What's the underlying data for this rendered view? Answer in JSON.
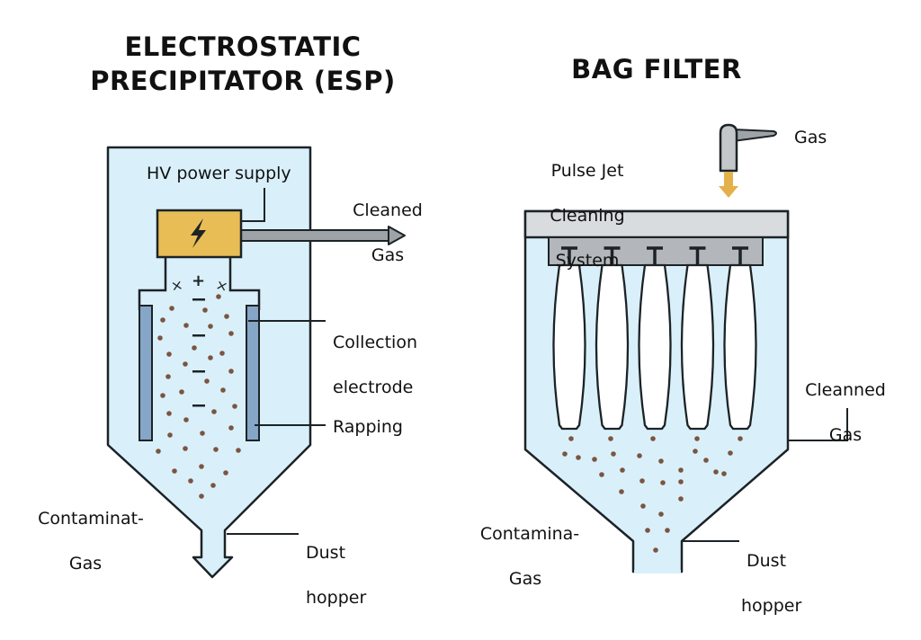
{
  "esp": {
    "title_line1": "ELECTROSTATIC",
    "title_line2": "PRECIPITATOR (ESP)",
    "labels": {
      "hv_power_supply": "HV power supply",
      "cleaned_gas_1": "Cleaned",
      "cleaned_gas_2": "Gas",
      "collection_electrode_1": "Collection",
      "collection_electrode_2": "electrode",
      "rapping": "Rapping",
      "contaminated_gas_1": "Contaminat-",
      "contaminated_gas_2": "Gas",
      "dust_hopper_1": "Dust",
      "dust_hopper_2": "hopper"
    },
    "charges": {
      "plus": "+",
      "cross": "×",
      "minus": "−"
    }
  },
  "bag_filter": {
    "title": "BAG FILTER",
    "labels": {
      "pulse_jet_1": "Pulse Jet",
      "pulse_jet_2": "Cleaning",
      "pulse_jet_3": "System",
      "gas": "Gas",
      "cleaned_gas_1": "Cleanned",
      "cleaned_gas_2": "Gas",
      "contaminated_gas_1": "Contamina-",
      "contaminated_gas_2": "Gas",
      "dust_hopper_1": "Dust",
      "dust_hopper_2": "hopper"
    },
    "bag_count": 5
  },
  "colors": {
    "vessel_fill": "#d9f0fb",
    "outline": "#1c2326",
    "power_supply": "#e8bd55",
    "electrode": "#86a6c8",
    "particle": "#7a5540",
    "outlet_pipe": "#9ea3a8",
    "header_plate": "#d9dcdf",
    "manifold": "#b3b6ba",
    "gas_arrow": "#e3b04a",
    "bag": "#ffffff"
  }
}
